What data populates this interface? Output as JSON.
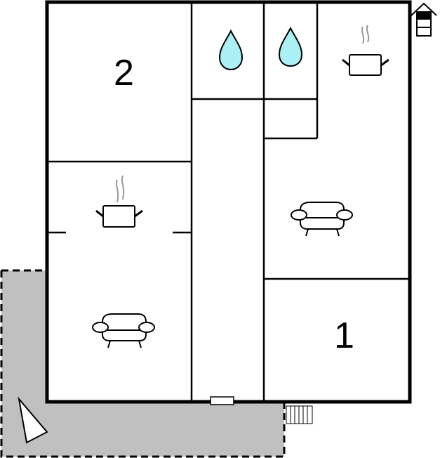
{
  "floorplan": {
    "colors": {
      "wall": "#000000",
      "terrace": "#c0c0c0",
      "water": "#aaf0f4",
      "steam": "#999999",
      "background": "#ffffff"
    },
    "rooms": [
      {
        "id": "bedroom-2",
        "label": "2",
        "type": "bedroom"
      },
      {
        "id": "bathroom-a",
        "label": "",
        "type": "bathroom",
        "icon": "water-drop-icon"
      },
      {
        "id": "bathroom-b",
        "label": "",
        "type": "bathroom",
        "icon": "water-drop-icon"
      },
      {
        "id": "kitchen-upper-right",
        "label": "",
        "type": "kitchen",
        "icon": "cooking-pot-icon"
      },
      {
        "id": "kitchen-left",
        "label": "",
        "type": "kitchen",
        "icon": "cooking-pot-icon"
      },
      {
        "id": "living-left",
        "label": "",
        "type": "living",
        "icon": "sofa-icon"
      },
      {
        "id": "living-right",
        "label": "",
        "type": "living",
        "icon": "sofa-icon"
      },
      {
        "id": "bedroom-1",
        "label": "1",
        "type": "bedroom"
      },
      {
        "id": "hallway",
        "label": "",
        "type": "hallway"
      }
    ],
    "labels": {
      "bedroom_2": "2",
      "bedroom_1": "1"
    },
    "legend_icons": [
      "house-floor-indicator-icon",
      "north-arrow-icon",
      "stairs-icon",
      "door-icon",
      "terrace-area"
    ]
  }
}
